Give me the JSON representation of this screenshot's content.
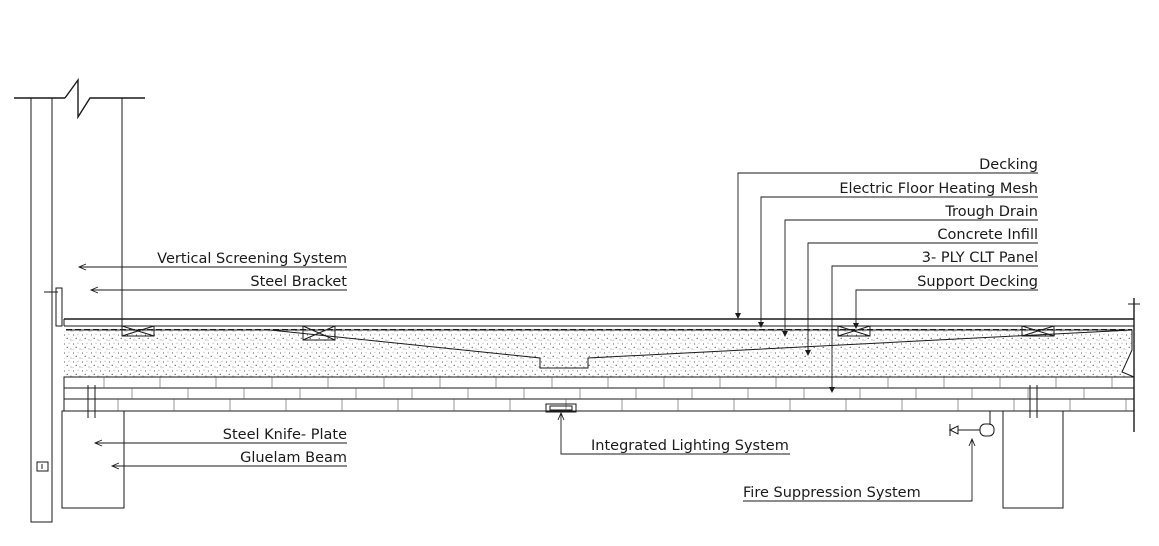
{
  "labels": {
    "decking": "Decking",
    "heating_mesh": "Electric Floor Heating Mesh",
    "trough_drain": "Trough Drain",
    "concrete_infill": "Concrete Infill",
    "clt_panel": "3- PLY CLT Panel",
    "support_decking": "Support Decking",
    "vertical_screening": "Vertical Screening System",
    "steel_bracket": "Steel Bracket",
    "knife_plate": "Steel Knife- Plate",
    "gluelam_beam": "Gluelam Beam",
    "lighting": "Integrated Lighting System",
    "fire_suppression": "Fire Suppression System"
  },
  "colors": {
    "line": "#1a1a1a",
    "background": "#ffffff"
  }
}
